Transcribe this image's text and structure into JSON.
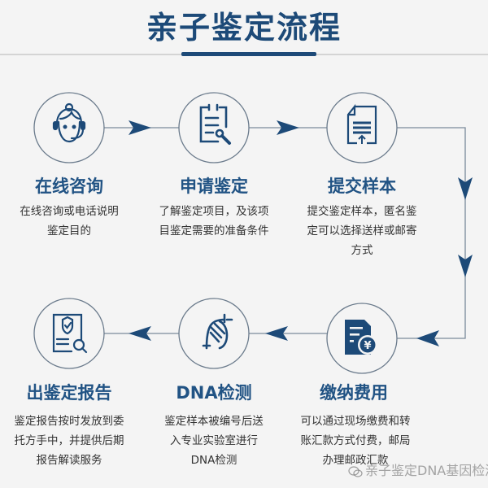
{
  "title": "亲子鉴定流程",
  "colors": {
    "primary": "#1d4a78",
    "line": "#7a8a9a",
    "circle_stroke": "#6b7b8c",
    "background": "#f4f4f4",
    "text": "#333333"
  },
  "steps": [
    {
      "order": 1,
      "icon": "customer-service-headset-icon",
      "title": "在线咨询",
      "desc": [
        "在线咨询或电话说明",
        "鉴定目的"
      ]
    },
    {
      "order": 2,
      "icon": "clipboard-search-icon",
      "title": "申请鉴定",
      "desc": [
        "了解鉴定项目，及该项",
        "目鉴定需要的准备条件"
      ]
    },
    {
      "order": 3,
      "icon": "document-upload-icon",
      "title": "提交样本",
      "desc": [
        "提交鉴定样本，匿名鉴",
        "定可以选择送样或邮寄",
        "方式"
      ]
    },
    {
      "order": 4,
      "icon": "bill-yuan-icon",
      "title": "缴纳费用",
      "desc": [
        "可以通过现场缴费和转",
        "账汇款方式付费，邮局",
        "办理邮政汇款"
      ]
    },
    {
      "order": 5,
      "icon": "dna-helix-icon",
      "title": "DNA检测",
      "desc": [
        "鉴定样本被编号后送",
        "入专业实验室进行",
        "DNA检测"
      ]
    },
    {
      "order": 6,
      "icon": "report-shield-search-icon",
      "title": "出鉴定报告",
      "desc": [
        "鉴定报告按时发放到委",
        "托方手中，并提供后期",
        "报告解读服务"
      ]
    }
  ],
  "watermark": "亲子鉴定DNA基因检测"
}
